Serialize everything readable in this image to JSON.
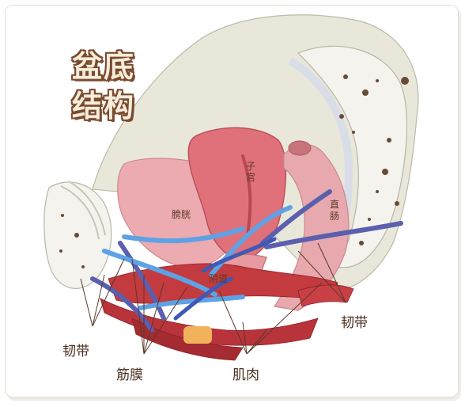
{
  "title": {
    "line1": "盆底",
    "line2": "结构"
  },
  "labels": {
    "bladder": "膀胱",
    "uterus": "子宫",
    "rectum": "直肠",
    "vagina": "阴道",
    "ligament_left": "韧带",
    "ligament_right": "韧带",
    "fascia": "筋膜",
    "muscle": "肌肉"
  },
  "colors": {
    "bone": "#e9e7da",
    "bone_inner": "#f4f3ed",
    "bladder": "#ecaab1",
    "uterus": "#e0707a",
    "rectum": "#e8a9ae",
    "muscle": "#c33a3f",
    "ligament": "#5a5fae",
    "fascia": "#5da2e4",
    "label_ink": "#5a3a2a"
  }
}
